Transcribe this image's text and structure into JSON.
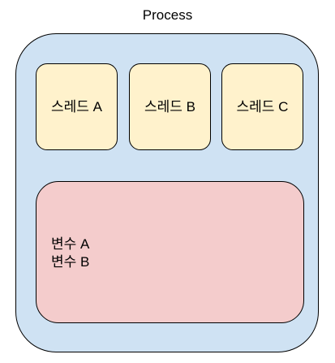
{
  "diagram": {
    "title": "Process",
    "threads": [
      {
        "label": "스레드 A"
      },
      {
        "label": "스레드 B"
      },
      {
        "label": "스레드 C"
      }
    ],
    "shared_memory": {
      "variables": [
        "변수 A",
        "변수 B"
      ]
    },
    "colors": {
      "process_fill": "#cfe2f3",
      "thread_fill": "#fff2cc",
      "memory_fill": "#f4cccc",
      "outline": "#000000",
      "text": "#000000"
    }
  }
}
